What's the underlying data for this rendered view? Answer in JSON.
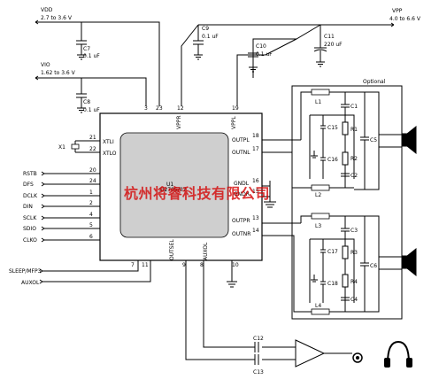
{
  "supplies": {
    "vdd": {
      "name": "VDD",
      "range": "2.7 to 3.6 V"
    },
    "vio": {
      "name": "VIO",
      "range": "1.62 to 3.6 V"
    },
    "vpp": {
      "name": "VPP",
      "range": "4.0 to 6.6 V"
    }
  },
  "capacitors": {
    "c7": {
      "name": "C7",
      "value": "0.1 uF"
    },
    "c8": {
      "name": "C8",
      "value": "0.1 uF"
    },
    "c9": {
      "name": "C9",
      "value": "0.1 uF"
    },
    "c10": {
      "name": "C10",
      "value": "0.1 uF"
    },
    "c11": {
      "name": "C11",
      "value": "220 uF"
    }
  },
  "chip": {
    "ref": "U1",
    "part": "Si2705/07",
    "top_pins": [
      {
        "num": "3",
        "name": ""
      },
      {
        "num": "23",
        "name": ""
      },
      {
        "num": "12",
        "name": "VPPR"
      },
      {
        "num": "19",
        "name": "VPPL"
      }
    ],
    "left_pins": [
      {
        "num": "21",
        "name": "XTLI",
        "net": ""
      },
      {
        "num": "22",
        "name": "XTLO",
        "net": ""
      },
      {
        "num": "20",
        "name": "",
        "net": "RSTB"
      },
      {
        "num": "24",
        "name": "",
        "net": "DFS"
      },
      {
        "num": "1",
        "name": "",
        "net": "DCLK"
      },
      {
        "num": "2",
        "name": "",
        "net": "DIN"
      },
      {
        "num": "4",
        "name": "",
        "net": "SCLK"
      },
      {
        "num": "5",
        "name": "",
        "net": "SDIO"
      },
      {
        "num": "6",
        "name": "",
        "net": "CLKO"
      }
    ],
    "right_pins": [
      {
        "num": "18",
        "name": "OUTPL"
      },
      {
        "num": "17",
        "name": "OUTNL"
      },
      {
        "num": "16",
        "name": "GNDL"
      },
      {
        "num": "15",
        "name": "GNDR"
      },
      {
        "num": "13",
        "name": "OUTPR"
      },
      {
        "num": "14",
        "name": "OUTNR"
      }
    ],
    "bottom_pins": [
      {
        "num": "7",
        "name": "",
        "net": "SLEEP/MFP3"
      },
      {
        "num": "11",
        "name": "",
        "net": "AUXOL"
      },
      {
        "num": "9",
        "name": "OUTSEL"
      },
      {
        "num": "8",
        "name": "AUXOL"
      },
      {
        "num": "10",
        "name": "GND"
      }
    ]
  },
  "crystal": {
    "ref": "X1"
  },
  "optional_block": {
    "title": "Optional",
    "left": {
      "inductors": [
        "L1",
        "L2"
      ],
      "caps": [
        "C1",
        "C15",
        "C16",
        "C2"
      ],
      "resistors": [
        "R1",
        "R2"
      ],
      "big_cap": "C5"
    },
    "right": {
      "inductors": [
        "L3",
        "L4"
      ],
      "caps": [
        "C3",
        "C17",
        "C18",
        "C4"
      ],
      "resistors": [
        "R3",
        "R4"
      ],
      "big_cap": "C6"
    }
  },
  "headphone_path": {
    "caps": [
      "C12",
      "C13"
    ]
  },
  "watermark": "杭州将睿科技有限公司"
}
